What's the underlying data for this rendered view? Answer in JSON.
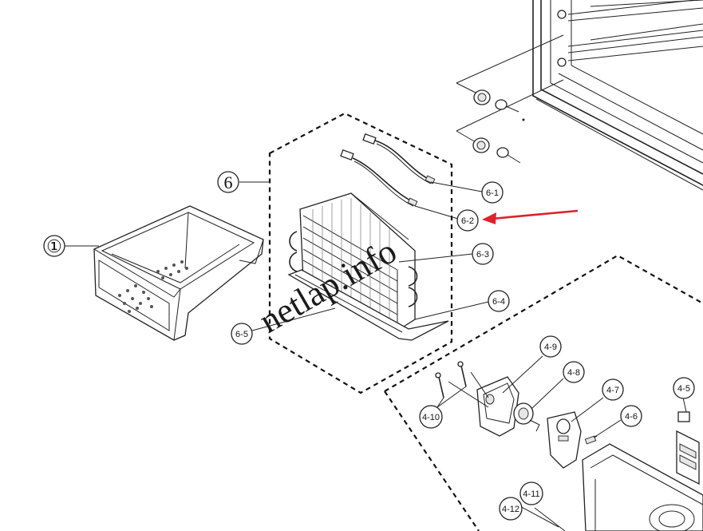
{
  "diagram": {
    "callouts": {
      "c1": "①",
      "c6": "6",
      "c6_1": "6-1",
      "c6_2": "6-2",
      "c6_3": "6-3",
      "c6_4": "6-4",
      "c6_5": "6-5",
      "c4_5": "4-5",
      "c4_6": "4-6",
      "c4_7": "4-7",
      "c4_8": "4-8",
      "c4_9": "4-9",
      "c4_10": "4-10",
      "c4_11": "4-11",
      "c4_12": "4-12"
    },
    "watermark": "netlap.info",
    "arrow_color": "#e0202a"
  }
}
